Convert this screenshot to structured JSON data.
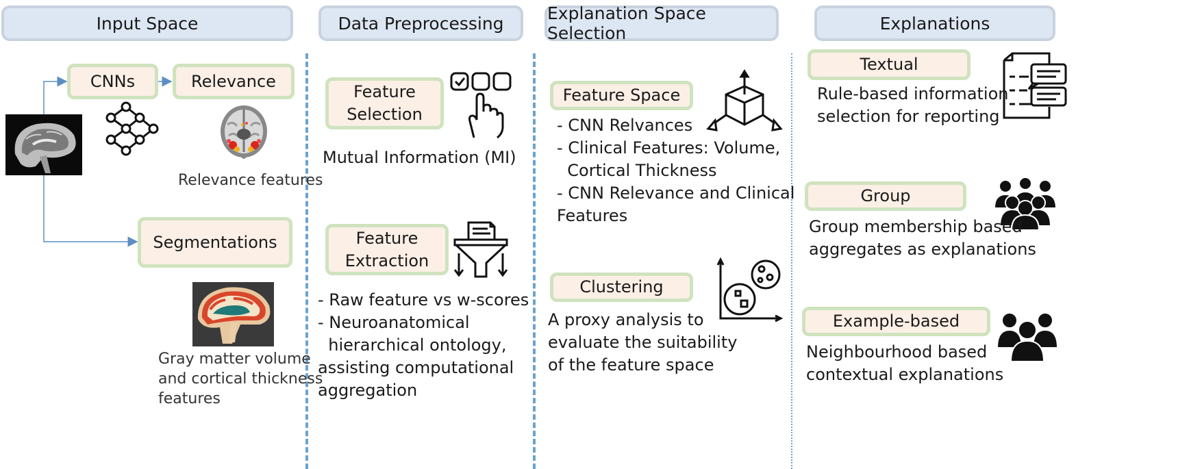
{
  "headers": {
    "input_space": "Input Space",
    "data_preprocessing": "Data Preprocessing",
    "explanation_space_selection": "Explanation Space Selection",
    "explanations": "Explanations"
  },
  "input_space": {
    "cnns": "CNNs",
    "relevance": "Relevance",
    "relevance_caption": "Relevance features",
    "segmentations": "Segmentations",
    "seg_caption": [
      "Gray matter volume",
      "and cortical thickness",
      "features"
    ]
  },
  "data_preprocessing": {
    "feature_selection": [
      "Feature",
      "Selection"
    ],
    "mi_text": "Mutual Information (MI)",
    "feature_extraction": [
      "Feature",
      "Extraction"
    ],
    "extraction_notes": [
      "- Raw feature vs w-scores",
      "- Neuroanatomical",
      "  hierarchical ontology,",
      "assisting computational",
      "aggregation"
    ]
  },
  "explanation_space": {
    "feature_space": "Feature Space",
    "feature_space_items": [
      "- CNN Relvances",
      "- Clinical Features: Volume,",
      "  Cortical Thickness",
      "- CNN Relevance and Clinical",
      "Features"
    ],
    "clustering": "Clustering",
    "clustering_text": [
      "A proxy analysis to",
      "evaluate the suitability",
      "of the feature space"
    ]
  },
  "explanations": {
    "textual": "Textual",
    "textual_desc": [
      "Rule-based information",
      "selection for reporting"
    ],
    "group": "Group",
    "group_desc": [
      "Group membership based",
      "aggregates as explanations"
    ],
    "example": "Example-based",
    "example_desc": [
      "Neighbourhood based",
      "contextual explanations"
    ]
  },
  "icons": {
    "brain_mri": "brain-mri-image",
    "neural_network": "neural-network-icon",
    "relevance_map": "brain-relevance-map-image",
    "segmentation": "brain-segmentation-image",
    "hand_select": "hand-select-icon",
    "filter": "filter-funnel-icon",
    "cube": "3d-cube-axes-icon",
    "cluster": "cluster-scatter-icon",
    "document": "document-list-icon",
    "crowd": "crowd-group-icon",
    "people": "people-group-icon"
  },
  "colors": {
    "header_bg": "#dde7f3",
    "box_bg": "#fcefe6",
    "box_border": "#cfe3be",
    "divider": "#6aa3cf",
    "arrow": "#5b8ec4"
  }
}
